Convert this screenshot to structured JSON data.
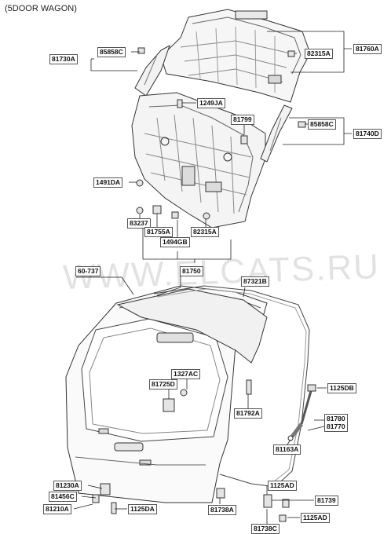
{
  "title": "(5DOOR WAGON)",
  "watermark": "WWW.ELCATS.RU",
  "parts": {
    "p85858c_top": "85858C",
    "p81730a": "81730A",
    "p82315a_top": "82315A",
    "p81760a": "81760A",
    "p1249ja": "1249JA",
    "p81799": "81799",
    "p85858c_right": "85858C",
    "p81740d": "81740D",
    "p1491da": "1491DA",
    "p83237": "83237",
    "p81755a": "81755A",
    "p82315a_bottom": "82315A",
    "p1494gb": "1494GB",
    "p81750": "81750",
    "p60737": "60-737",
    "p87321b": "87321B",
    "p1327ac": "1327AC",
    "p81725d": "81725D",
    "p1125db": "1125DB",
    "p81792a": "81792A",
    "p81780": "81780",
    "p81770": "81770",
    "p81163a": "81163A",
    "p81230a": "81230A",
    "p81456c": "81456C",
    "p81210a": "81210A",
    "p1125da": "1125DA",
    "p81738a": "81738A",
    "p1125ad_a": "1125AD",
    "p81739": "81739",
    "p1125ad_b": "1125AD",
    "p81738c": "81738C"
  },
  "colors": {
    "line": "#333333",
    "part_fill": "#ffffff",
    "shade": "#d8d8d8"
  }
}
